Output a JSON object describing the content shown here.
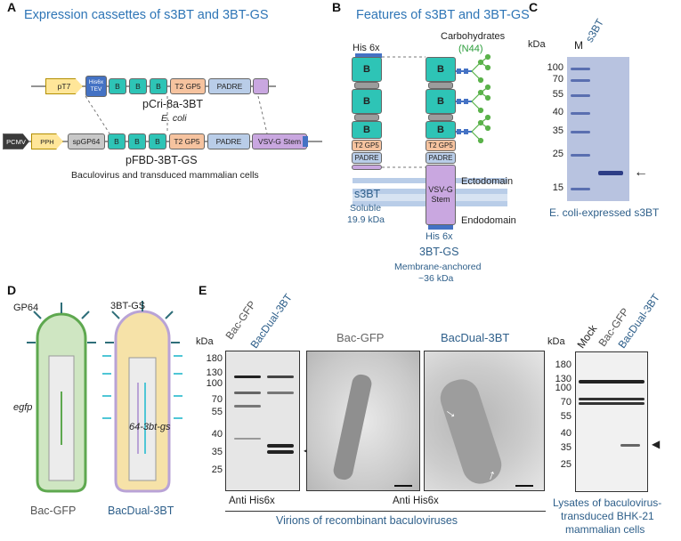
{
  "panels": {
    "a": "A",
    "b": "B",
    "c": "C",
    "d": "D",
    "e": "E"
  },
  "panel_a": {
    "title": "Expression cassettes of s3BT and 3BT-GS",
    "top_cassette": {
      "promoter": "pT7",
      "tag_line1": "His6x",
      "tag_line2": "TEV",
      "b1": "B",
      "b2": "B",
      "b3": "B",
      "t2": "T2 GP5",
      "padre": "PADRE",
      "name": "pCri-8a-3BT",
      "host": "E. coli"
    },
    "bottom_cassette": {
      "promoter1": "PCMV",
      "promoter2": "PPH",
      "signal": "spGP64",
      "b1": "B",
      "b2": "B",
      "b3": "B",
      "t2": "T2 GP5",
      "padre": "PADRE",
      "stem": "VSV-G Stem",
      "name": "pFBD-3BT-GS",
      "host": "Baculovirus and transduced mammalian cells"
    }
  },
  "panel_b": {
    "title": "Features of s3BT and 3BT-GS",
    "his_top": "His 6x",
    "carbo": "Carbohydrates",
    "n44": "(N44)",
    "b": "B",
    "t2": "T2 GP5",
    "padre": "PADRE",
    "s3bt_name": "s3BT",
    "s3bt_desc1": "Soluble",
    "s3bt_desc2": "19.9 kDa",
    "stem_line1": "VSV-G",
    "stem_line2": "Stem",
    "ecto": "Ectodomain",
    "endo": "Endodomain",
    "his_bottom": "His 6x",
    "gs_name": "3BT-GS",
    "gs_desc1": "Membrane-anchored",
    "gs_desc2": "~36 kDa"
  },
  "panel_c": {
    "kda": "kDa",
    "lane_m": "M",
    "lane_s3bt": "s3BT",
    "markers": [
      "100",
      "70",
      "55",
      "40",
      "35",
      "25",
      "15"
    ],
    "caption": "E. coli-expressed s3BT"
  },
  "panel_d": {
    "gp64": "GP64",
    "gs": "3BT-GS",
    "egfp": "egfp",
    "gene": "64-3bt-gs",
    "virus1": "Bac-GFP",
    "virus2": "BacDual-3BT"
  },
  "panel_e": {
    "kda": "kDa",
    "lane1": "Bac-GFP",
    "lane2": "BacDual-3BT",
    "markers": [
      "180",
      "130",
      "100",
      "70",
      "55",
      "40",
      "35",
      "25"
    ],
    "blot_label": "Anti His6x",
    "em1_title": "Bac-GFP",
    "em2_title": "BacDual-3BT",
    "em_label": "Anti His6x",
    "virion_caption": "Virions of recombinant baculoviruses",
    "right_kda": "kDa",
    "right_lane1": "Mock",
    "right_lane2": "Bac-GFP",
    "right_lane3": "BacDual-3BT",
    "right_markers": [
      "180",
      "130",
      "100",
      "70",
      "55",
      "40",
      "35",
      "25"
    ],
    "lysate_caption1": "Lysates of baculovirus-",
    "lysate_caption2": "transduced BHK-21",
    "lysate_caption3": "mammalian cells"
  },
  "colors": {
    "title_blue": "#2e75b6",
    "b_domain": "#2ec4b6",
    "t2": "#f6c39f",
    "padre": "#b9cde8",
    "stem": "#c9a7e0",
    "promoter": "#ffe699",
    "his": "#4472c4"
  }
}
